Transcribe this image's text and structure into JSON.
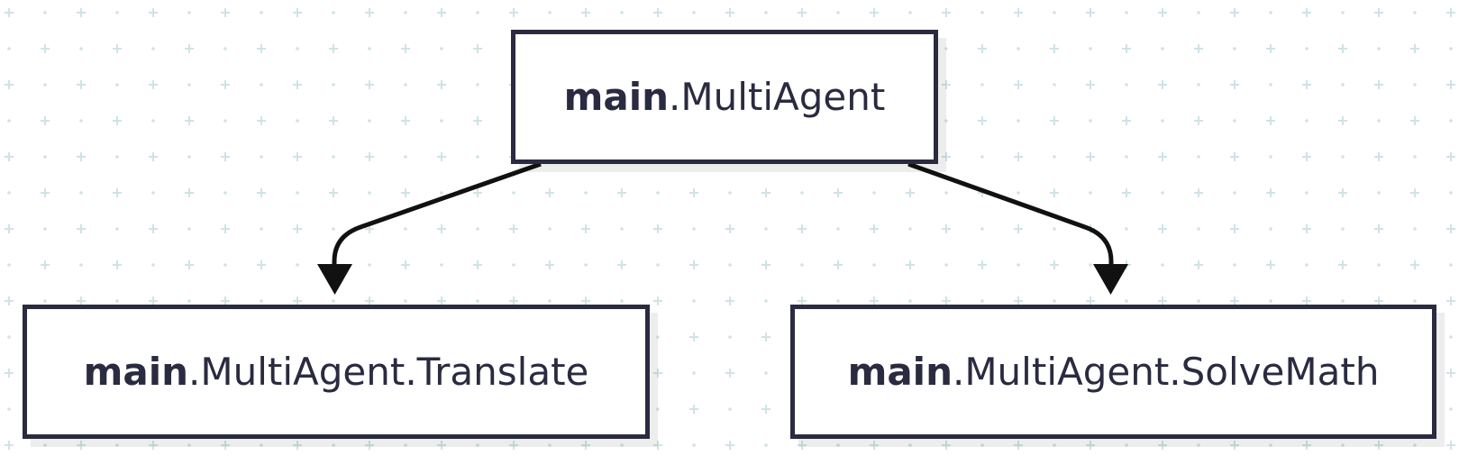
{
  "diagram": {
    "nodes": [
      {
        "id": "root",
        "prefix": "main",
        "name": ".MultiAgent"
      },
      {
        "id": "left",
        "prefix": "main",
        "name": ".MultiAgent.Translate"
      },
      {
        "id": "right",
        "prefix": "main",
        "name": ".MultiAgent.SolveMath"
      }
    ],
    "edges": [
      {
        "from": "root",
        "to": "left"
      },
      {
        "from": "root",
        "to": "right"
      }
    ]
  },
  "colors": {
    "node_border": "#2a2a40",
    "text": "#2a2a40",
    "edge": "#111111",
    "grid": "#cfe3e6"
  }
}
